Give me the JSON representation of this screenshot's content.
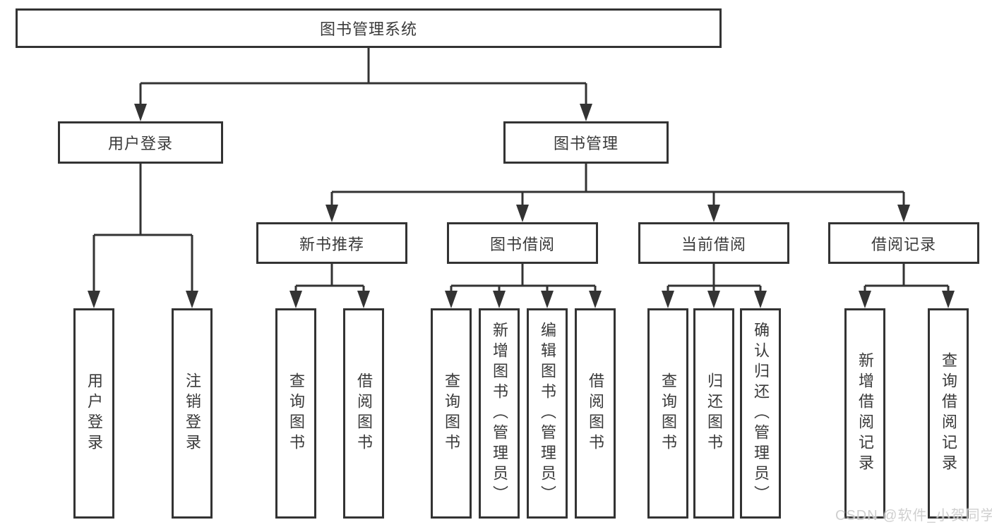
{
  "tree": {
    "root": {
      "label": "图书管理系统"
    },
    "branches": [
      {
        "label": "用户登录",
        "children": [
          "用户登录",
          "注销登录"
        ]
      },
      {
        "label": "图书管理",
        "modules": [
          {
            "label": "新书推荐",
            "children": [
              "查询图书",
              "借阅图书"
            ]
          },
          {
            "label": "图书借阅",
            "children": [
              "查询图书",
              "新增图书（管理员）",
              "编辑图书（管理员）",
              "借阅图书"
            ]
          },
          {
            "label": "当前借阅",
            "children": [
              "查询图书",
              "归还图书",
              "确认归还（管理员）"
            ]
          },
          {
            "label": "借阅记录",
            "children": [
              "新增借阅记录",
              "查询借阅记录"
            ]
          }
        ]
      }
    ]
  },
  "watermark": {
    "text": "CSDN @软件_小贺同学"
  },
  "colors": {
    "line": "#333333",
    "text": "#3a3a3a",
    "background": "#ffffff",
    "watermark": "#cccccc"
  }
}
